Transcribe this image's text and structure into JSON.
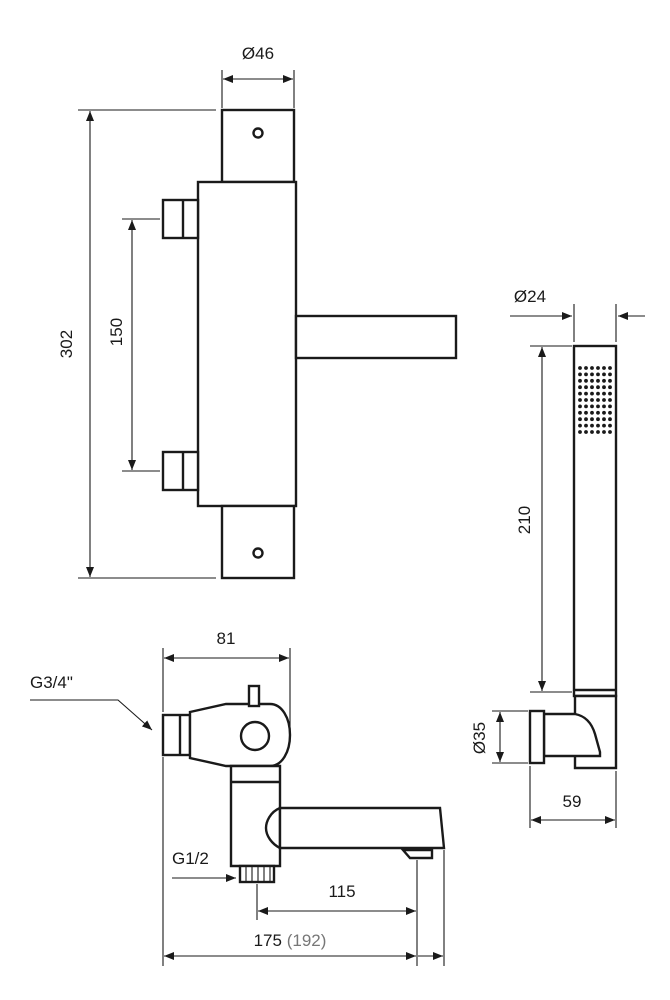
{
  "dimensions": {
    "top_diameter": "Ø46",
    "total_height": "302",
    "inlet_spacing": "150",
    "handshower_diameter": "Ø24",
    "handshower_length": "210",
    "holder_diameter": "Ø35",
    "holder_depth": "59",
    "side_depth": "81",
    "inlet_thread": "G3/4\"",
    "outlet_thread": "G1/2",
    "spout_length": "115",
    "total_length": "175",
    "total_length_alt": "(192)"
  },
  "colors": {
    "line": "#1a1a1a",
    "secondary_text": "#777777"
  }
}
